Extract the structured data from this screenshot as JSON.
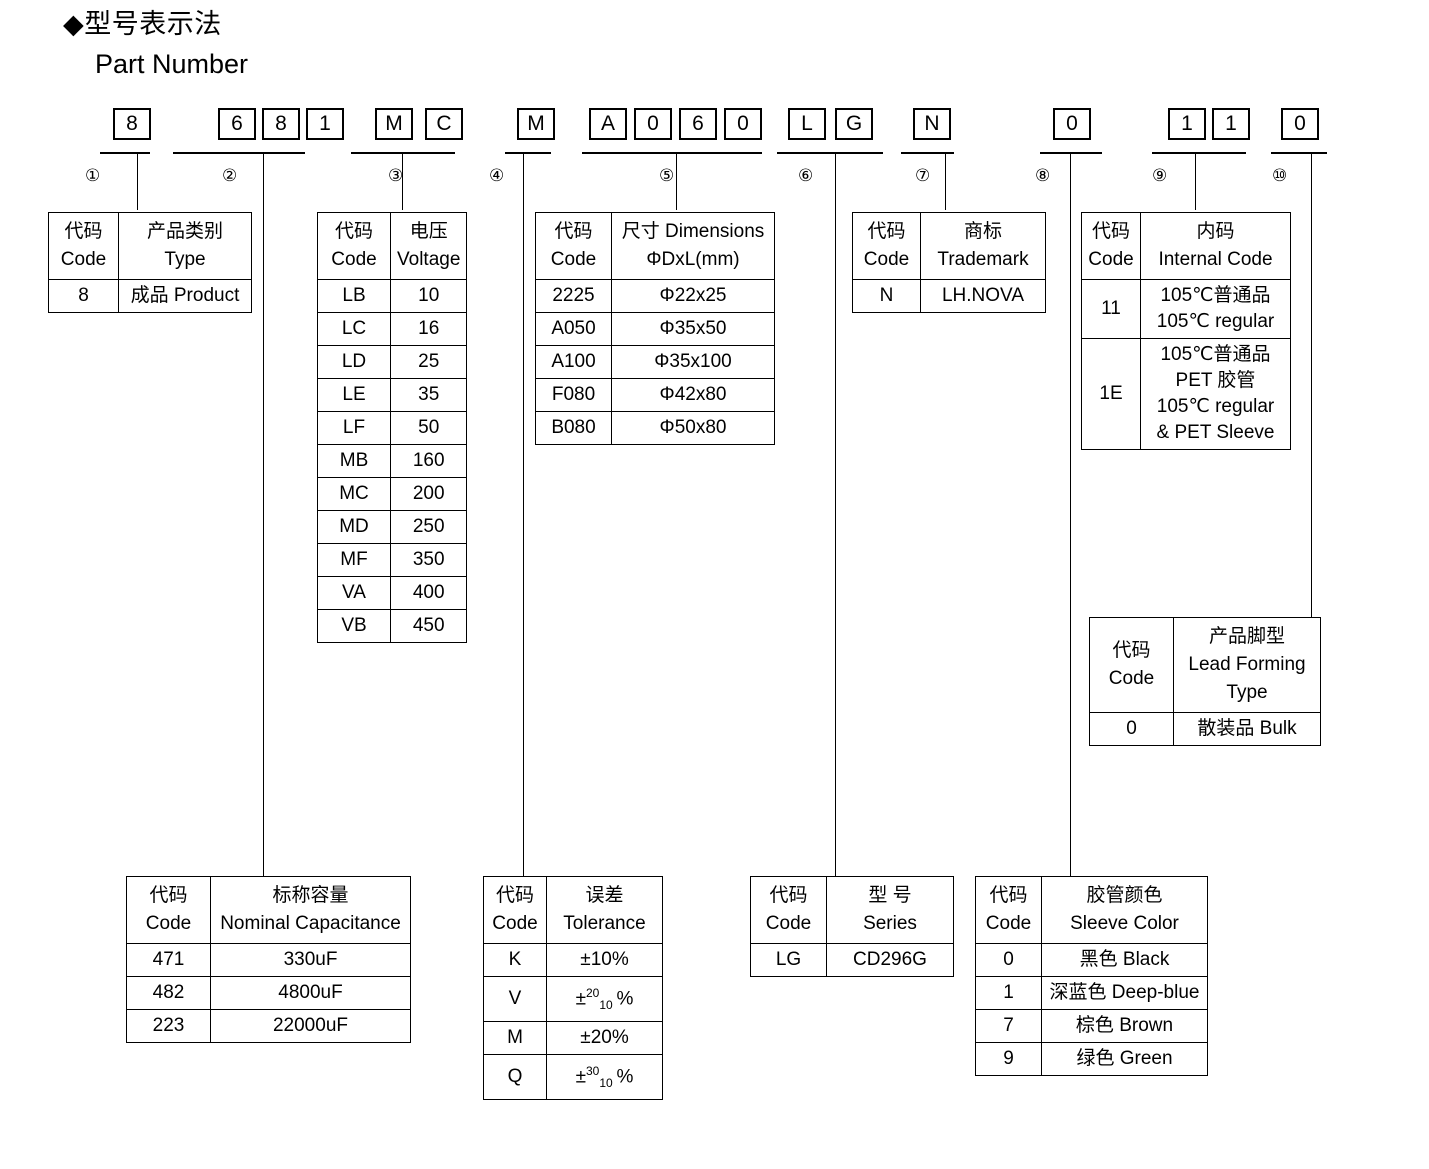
{
  "title": {
    "zh": "◆型号表示法",
    "en": "Part Number"
  },
  "part_number_boxes": [
    {
      "marker": "①",
      "chars": [
        "8"
      ]
    },
    {
      "marker": "②",
      "chars": [
        "6",
        "8",
        "1"
      ]
    },
    {
      "marker": "③",
      "chars": [
        "M",
        "C"
      ]
    },
    {
      "marker": "④",
      "chars": [
        "M"
      ]
    },
    {
      "marker": "⑤",
      "chars": [
        "A",
        "0",
        "6",
        "0"
      ]
    },
    {
      "marker": "⑥",
      "chars": [
        "L",
        "G"
      ]
    },
    {
      "marker": "⑦",
      "chars": [
        "N"
      ]
    },
    {
      "marker": "⑧",
      "chars": [
        "0"
      ]
    },
    {
      "marker": "⑨",
      "chars": [
        "1",
        "1"
      ]
    },
    {
      "marker": "⑩",
      "chars": [
        "0"
      ]
    }
  ],
  "markers": {
    "m1": "①",
    "m2": "②",
    "m3": "③",
    "m4": "④",
    "m5": "⑤",
    "m6": "⑥",
    "m7": "⑦",
    "m8": "⑧",
    "m9": "⑨",
    "m10": "⑩"
  },
  "tables": {
    "type": {
      "marker": "①",
      "head_code_zh": "代码",
      "head_code_en": "Code",
      "head_val_zh": "产品类别",
      "head_val_en": "Type",
      "rows": [
        {
          "code": "8",
          "value": "成品 Product"
        }
      ]
    },
    "voltage": {
      "marker": "③",
      "head_code_zh": "代码",
      "head_code_en": "Code",
      "head_val_zh": "电压",
      "head_val_en": "Voltage",
      "rows": [
        {
          "code": "LB",
          "value": "10"
        },
        {
          "code": "LC",
          "value": "16"
        },
        {
          "code": "LD",
          "value": "25"
        },
        {
          "code": "LE",
          "value": "35"
        },
        {
          "code": "LF",
          "value": "50"
        },
        {
          "code": "MB",
          "value": "160"
        },
        {
          "code": "MC",
          "value": "200"
        },
        {
          "code": "MD",
          "value": "250"
        },
        {
          "code": "MF",
          "value": "350"
        },
        {
          "code": "VA",
          "value": "400"
        },
        {
          "code": "VB",
          "value": "450"
        }
      ]
    },
    "dimensions": {
      "marker": "⑤",
      "head_code_zh": "代码",
      "head_code_en": "Code",
      "head_val_zh": "尺寸 Dimensions",
      "head_val_en": "ΦDxL(mm)",
      "rows": [
        {
          "code": "2225",
          "value": "Φ22x25"
        },
        {
          "code": "A050",
          "value": "Φ35x50"
        },
        {
          "code": "A100",
          "value": "Φ35x100"
        },
        {
          "code": "F080",
          "value": "Φ42x80"
        },
        {
          "code": "B080",
          "value": "Φ50x80"
        }
      ]
    },
    "trademark": {
      "marker": "⑦",
      "head_code_zh": "代码",
      "head_code_en": "Code",
      "head_val_zh": "商标",
      "head_val_en": "Trademark",
      "rows": [
        {
          "code": "N",
          "value": "LH.NOVA"
        }
      ]
    },
    "internal_code": {
      "marker": "⑨",
      "head_code_zh": "代码",
      "head_code_en": "Code",
      "head_val_zh": "内码",
      "head_val_en": "Internal Code",
      "rows": [
        {
          "code": "11",
          "lines": [
            "105℃普通品",
            "105℃ regular"
          ]
        },
        {
          "code": "1E",
          "lines": [
            "105℃普通品",
            "PET 胶管",
            "105℃ regular",
            "& PET Sleeve"
          ]
        }
      ]
    },
    "lead_forming": {
      "marker": "⑩",
      "head_code_zh": "代码",
      "head_code_en": "Code",
      "head_val_zh": "产品脚型",
      "head_val_en": "Lead Forming",
      "head_val_en2": "Type",
      "rows": [
        {
          "code": "0",
          "value": "散装品 Bulk"
        }
      ]
    },
    "capacitance": {
      "marker": "②",
      "head_code_zh": "代码",
      "head_code_en": "Code",
      "head_val_zh": "标称容量",
      "head_val_en": "Nominal Capacitance",
      "rows": [
        {
          "code": "471",
          "value": "330uF"
        },
        {
          "code": "482",
          "value": "4800uF"
        },
        {
          "code": "223",
          "value": "22000uF"
        }
      ]
    },
    "tolerance": {
      "marker": "④",
      "head_code_zh": "代码",
      "head_code_en": "Code",
      "head_val_zh": "误差",
      "head_val_en": "Tolerance",
      "rows": [
        {
          "code": "K",
          "value": "±10%",
          "sup": "",
          "sub": ""
        },
        {
          "code": "V",
          "value": "",
          "sup": "20",
          "sub": "10"
        },
        {
          "code": "M",
          "value": "±20%",
          "sup": "",
          "sub": ""
        },
        {
          "code": "Q",
          "value": "",
          "sup": "30",
          "sub": "10"
        }
      ]
    },
    "series": {
      "marker": "⑥",
      "head_code_zh": "代码",
      "head_code_en": "Code",
      "head_val_zh": "型 号",
      "head_val_en": "Series",
      "rows": [
        {
          "code": "LG",
          "value": "CD296G"
        }
      ]
    },
    "sleeve_color": {
      "marker": "⑧",
      "head_code_zh": "代码",
      "head_code_en": "Code",
      "head_val_zh": "胶管颜色",
      "head_val_en": "Sleeve Color",
      "rows": [
        {
          "code": "0",
          "value": "黑色 Black"
        },
        {
          "code": "1",
          "value": "深蓝色 Deep-blue"
        },
        {
          "code": "7",
          "value": "棕色 Brown"
        },
        {
          "code": "9",
          "value": "绿色 Green"
        }
      ]
    }
  }
}
